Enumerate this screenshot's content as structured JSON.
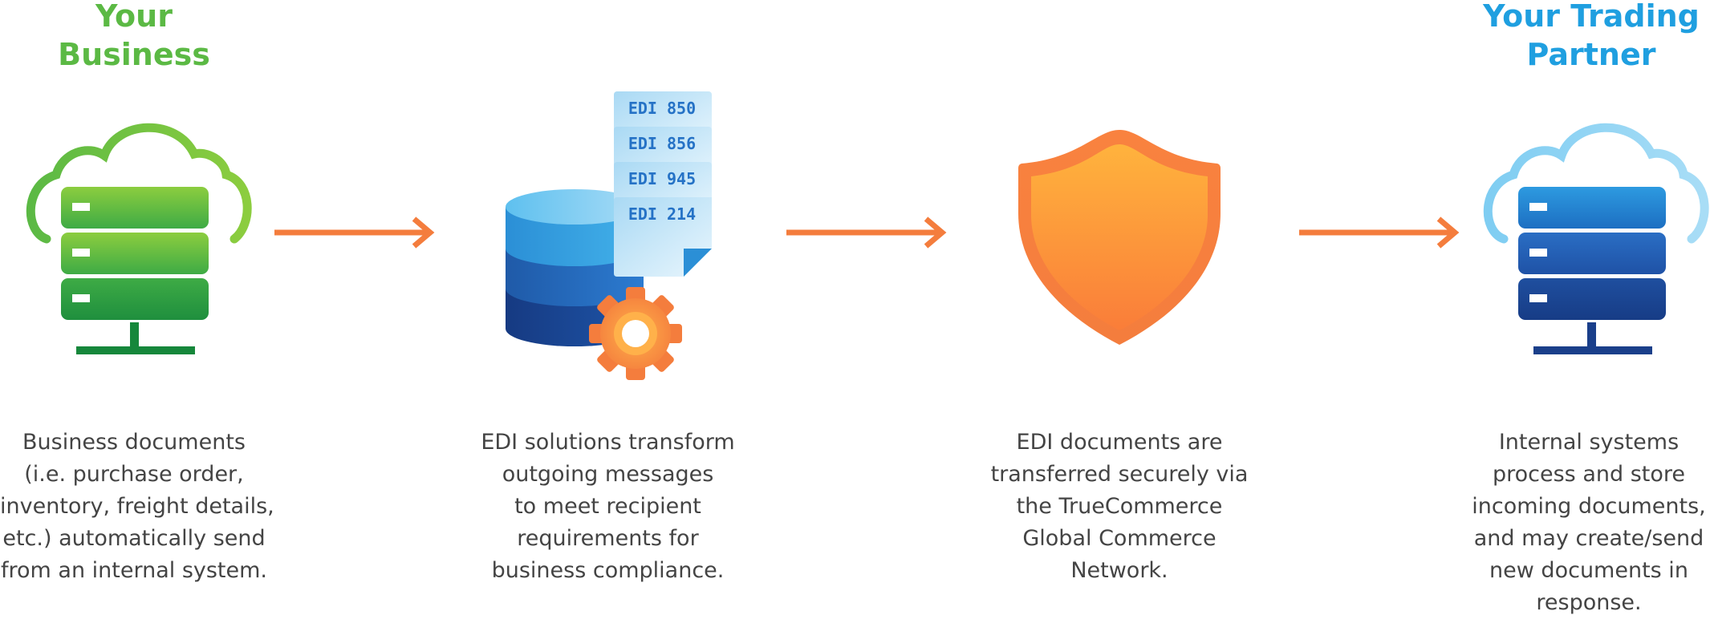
{
  "colors": {
    "business_green": "#5bb944",
    "partner_blue": "#1f9fe0",
    "arrow_orange": "#f47d3d",
    "text_gray": "#444444"
  },
  "business": {
    "heading": [
      "Your",
      "Business"
    ],
    "icon": "cloud-server-icon",
    "description": [
      "Business documents",
      "(i.e. purchase order,",
      "inventory, freight details,",
      "etc.) automatically send",
      "from an internal system."
    ]
  },
  "edi_solutions": {
    "icon": "database-gear-icon",
    "documents": [
      "EDI 850",
      "EDI 856",
      "EDI 945",
      "EDI 214"
    ],
    "description": [
      "EDI solutions transform",
      "outgoing messages",
      "to meet recipient",
      "requirements for",
      "business compliance."
    ]
  },
  "network": {
    "icon": "shield-icon",
    "description": [
      "EDI documents are",
      "transferred securely via",
      "the TrueCommerce",
      "Global Commerce",
      "Network."
    ]
  },
  "partner": {
    "heading": [
      "Your Trading",
      "Partner"
    ],
    "icon": "cloud-server-icon",
    "description": [
      "Internal systems",
      "process and store",
      "incoming documents,",
      "and may create/send",
      "new documents in",
      "response."
    ]
  },
  "arrows": [
    "arrow-right-icon",
    "arrow-right-icon",
    "arrow-right-icon"
  ]
}
